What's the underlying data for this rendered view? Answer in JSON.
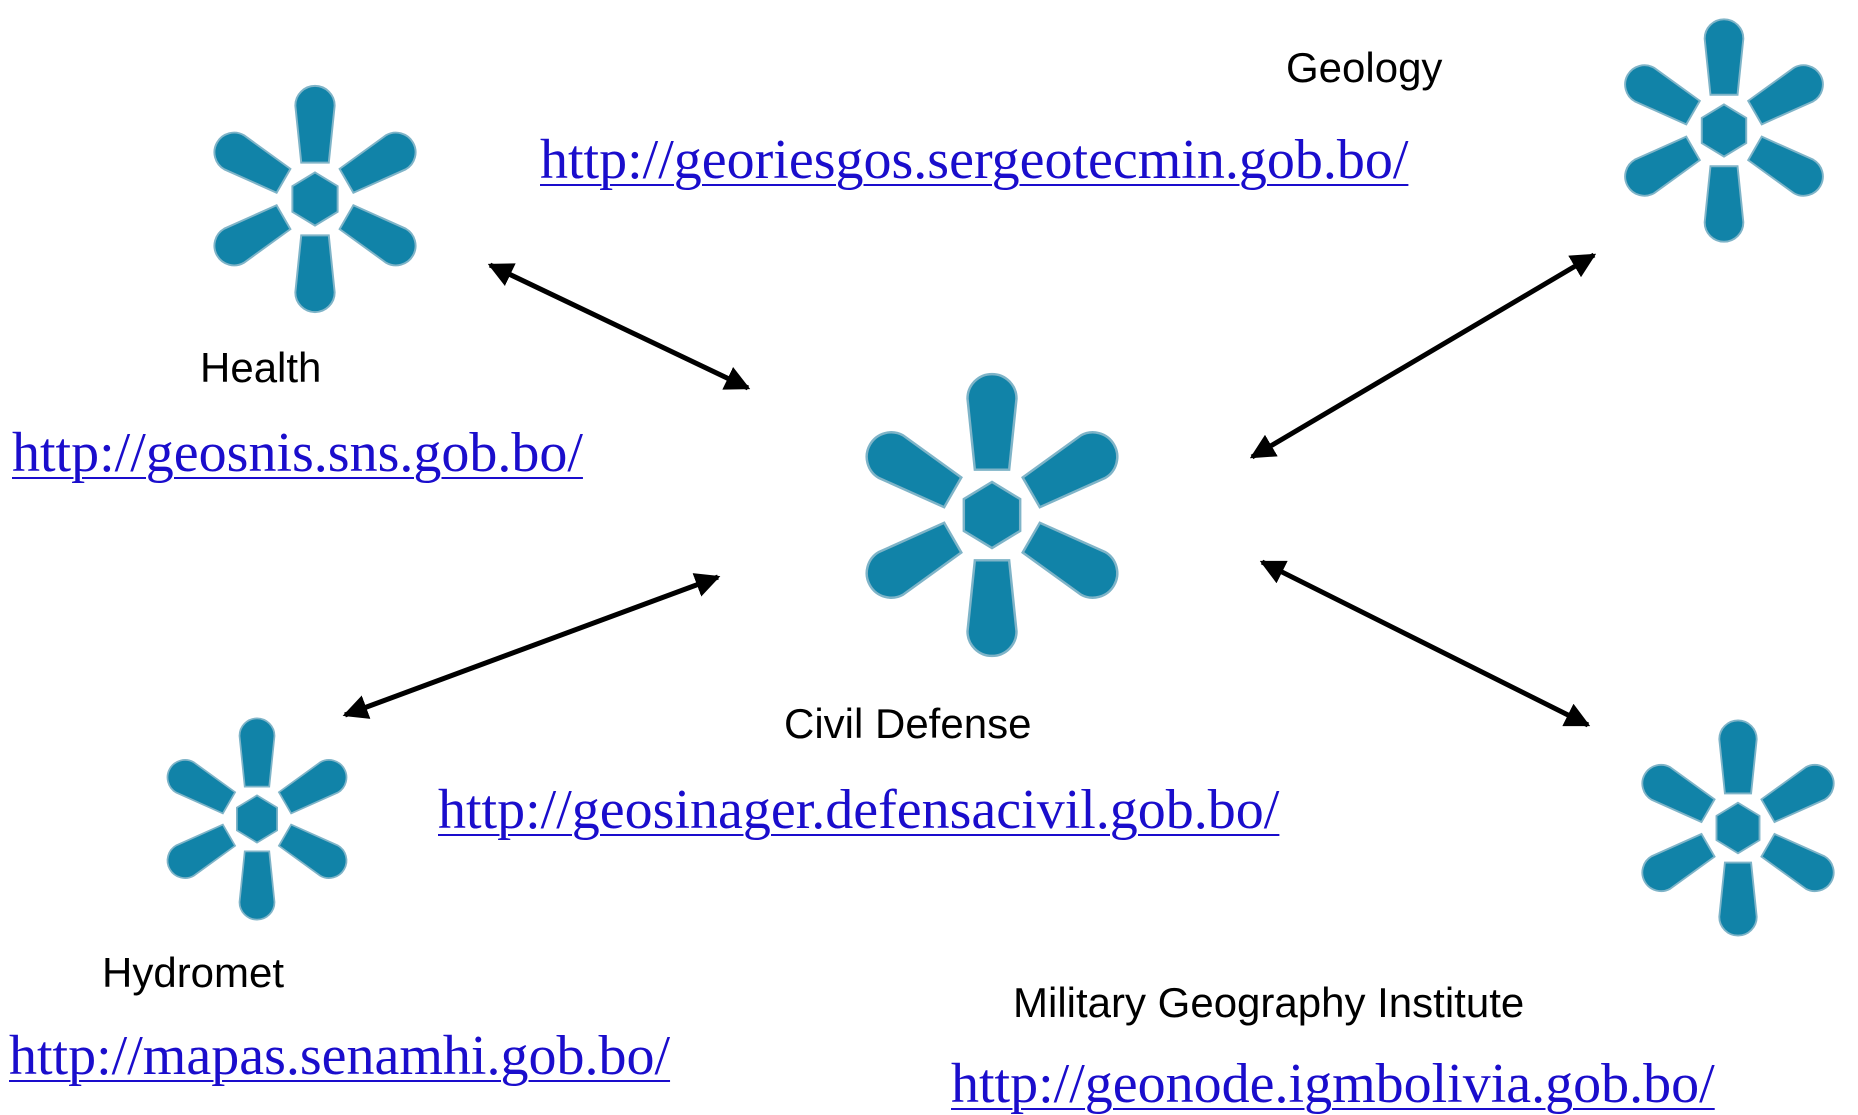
{
  "logo": {
    "icon": "geonode-logo-icon",
    "color": "#1183a8"
  },
  "arrow_color": "#000000",
  "link_color": "#1a0dcc",
  "nodes": {
    "health": {
      "label": "Health",
      "url": "http://geosnis.sns.gob.bo/"
    },
    "geology": {
      "label": "Geology",
      "url": "http://georiesgos.sergeotecmin.gob.bo/"
    },
    "civil_defense": {
      "label": "Civil Defense",
      "url": "http://geosinager.defensacivil.gob.bo/"
    },
    "hydromet": {
      "label": "Hydromet",
      "url": "http://mapas.senamhi.gob.bo/"
    },
    "military": {
      "label": "Military Geography Institute",
      "url": "http://geonode.igmbolivia.gob.bo/"
    }
  }
}
